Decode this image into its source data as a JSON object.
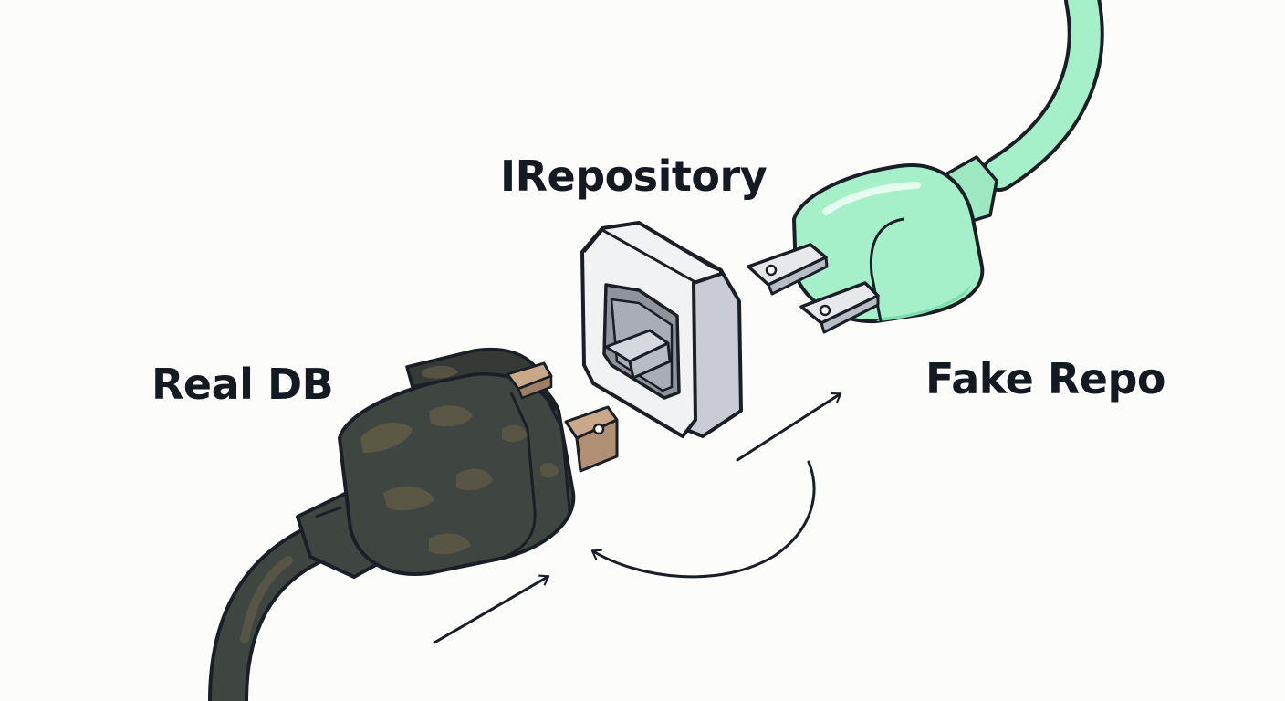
{
  "diagram": {
    "interface_label": "IRepository",
    "real_label": "Real DB",
    "fake_label": "Fake Repo"
  },
  "colors": {
    "background": "#fcfcfb",
    "outline": "#1a1f26",
    "real_plug_body": "#3f4641",
    "real_plug_rust": "#5e5a45",
    "fake_plug_body": "#a6f0c9",
    "fake_plug_shade": "#7fdcae",
    "socket_face": "#f1f2f4",
    "socket_shade": "#c9ccd2",
    "prong_metal": "#c9a88a"
  },
  "icons": {
    "real": "dirty-power-plug-icon",
    "fake": "clean-power-plug-icon",
    "interface": "socket-icon",
    "swap": "swap-arrows-icon"
  }
}
